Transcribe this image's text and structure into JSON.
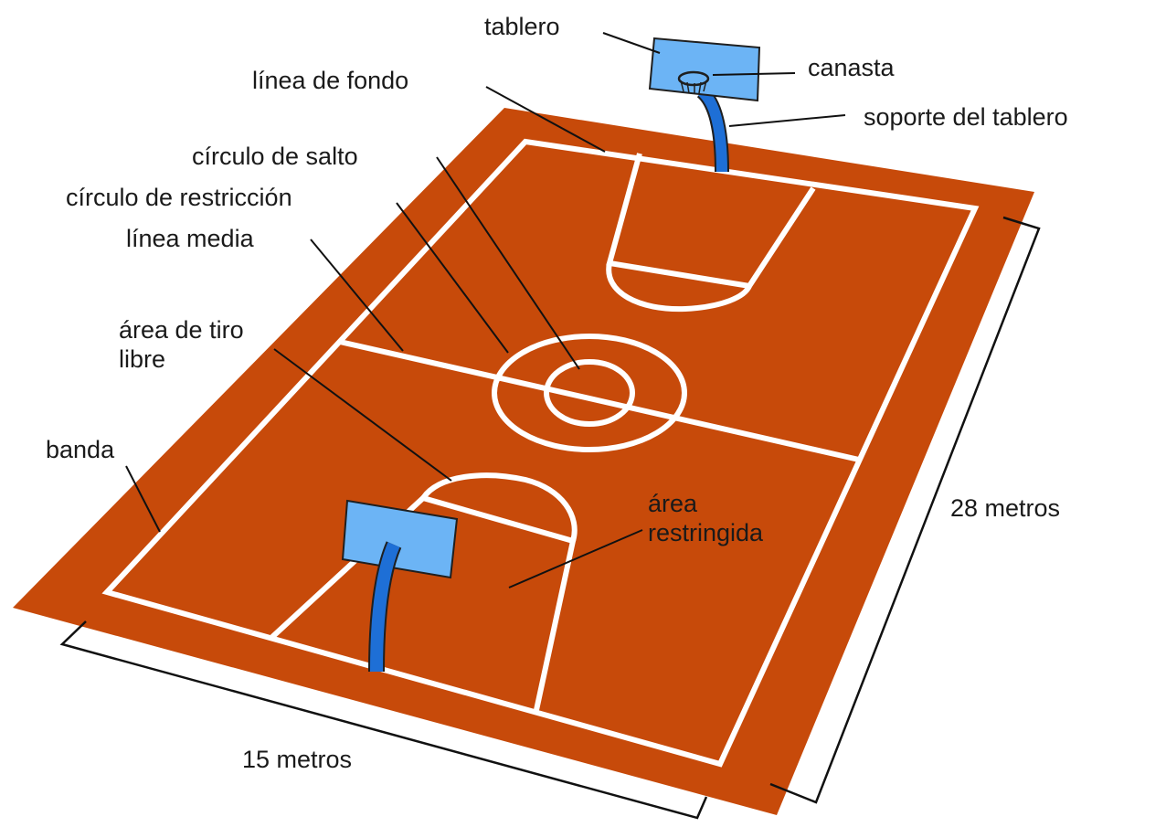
{
  "labels": {
    "tablero": "tablero",
    "canasta": "canasta",
    "soporte_del_tablero": "soporte del tablero",
    "linea_de_fondo": "línea de fondo",
    "circulo_de_salto": "círculo de salto",
    "circulo_de_restriccion": "círculo de restricción",
    "linea_media": "línea media",
    "area_de_tiro_libre": [
      "área de tiro",
      "libre"
    ],
    "banda": "banda",
    "area_restringida": [
      "área",
      "restringida"
    ],
    "largo": "28 metros",
    "ancho": "15 metros"
  },
  "colors": {
    "court": "#c74a0a",
    "lines": "#ffffff",
    "backboard": "#6cb4f5",
    "pole": "#1e6fd6",
    "leader": "#111111"
  }
}
